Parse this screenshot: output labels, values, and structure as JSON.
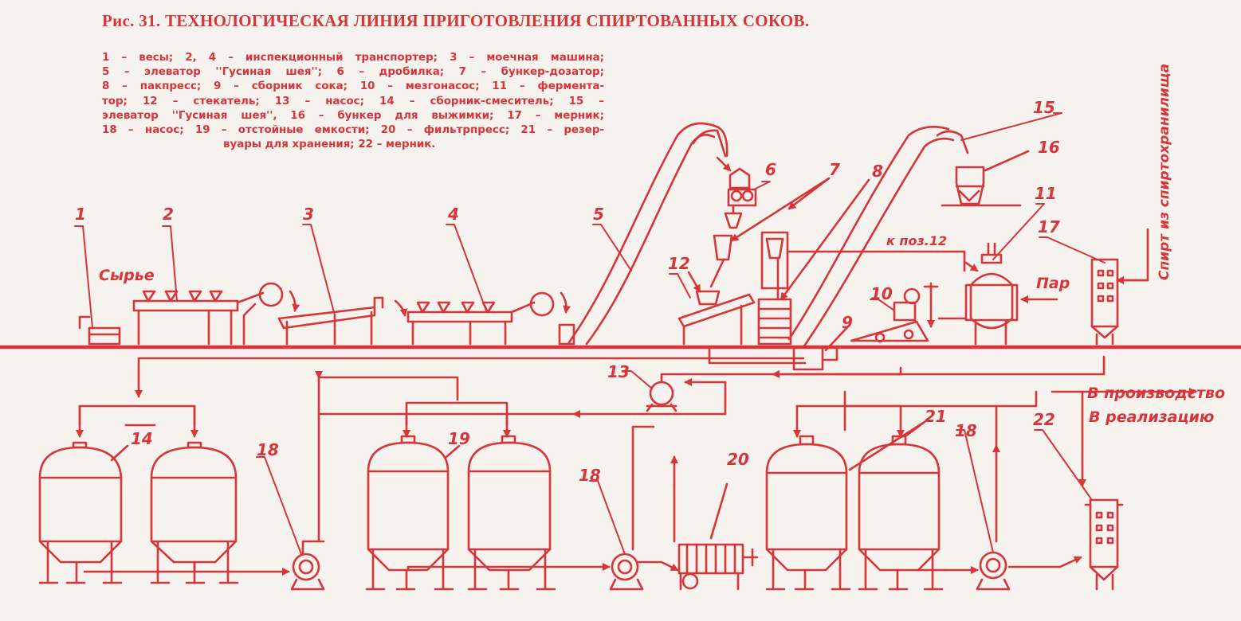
{
  "figure": {
    "title": "Рис. 31. ТЕХНОЛОГИЧЕСКАЯ ЛИНИЯ ПРИГОТОВЛЕНИЯ СПИРТОВАННЫХ СОКОВ.",
    "legend_lines": [
      "1 – весы;  2, 4 – инспекционный транспортер;  3 – моечная машина;",
      "5 – элеватор  ''Гусиная  шея'';  6 – дробилка;  7 – бункер-дозатор;",
      "8 – пакпресс;  9 – сборник  сока;  10 – мезгонасос;  11 – фермента-",
      "тор;   12 – стекатель;   13 – насос;   14 – сборник-смеситель;   15 –",
      "элеватор  ''Гусиная  шея'',  16 – бункер для выжимки;  17 – мерник;",
      "18 – насос;  19 – отстойные емкости;  20 – фильтрпресс;  21 – резер-",
      "вуары для хранения;  22 – мерник."
    ]
  },
  "labels": {
    "n1": "1",
    "n2": "2",
    "n3": "3",
    "n4": "4",
    "n5": "5",
    "n6": "6",
    "n7": "7",
    "n8": "8",
    "n9": "9",
    "n10": "10",
    "n11": "11",
    "n12": "12",
    "n13": "13",
    "n14": "14",
    "n15": "15",
    "n16": "16",
    "n17": "17",
    "n18a": "18",
    "n18b": "18",
    "n18c": "18",
    "n19": "19",
    "n20": "20",
    "n21": "21",
    "n22": "22"
  },
  "flow_text": {
    "raw": "Сырье",
    "to_pos12": "к поз.12",
    "steam": "Пар",
    "alcohol_from_storage": "Спирт из спиртохранилища",
    "to_production": "В производство",
    "to_sale": "В реализацию"
  },
  "colors": {
    "ink": "#d8343a",
    "paper": "#f6f3ee"
  }
}
